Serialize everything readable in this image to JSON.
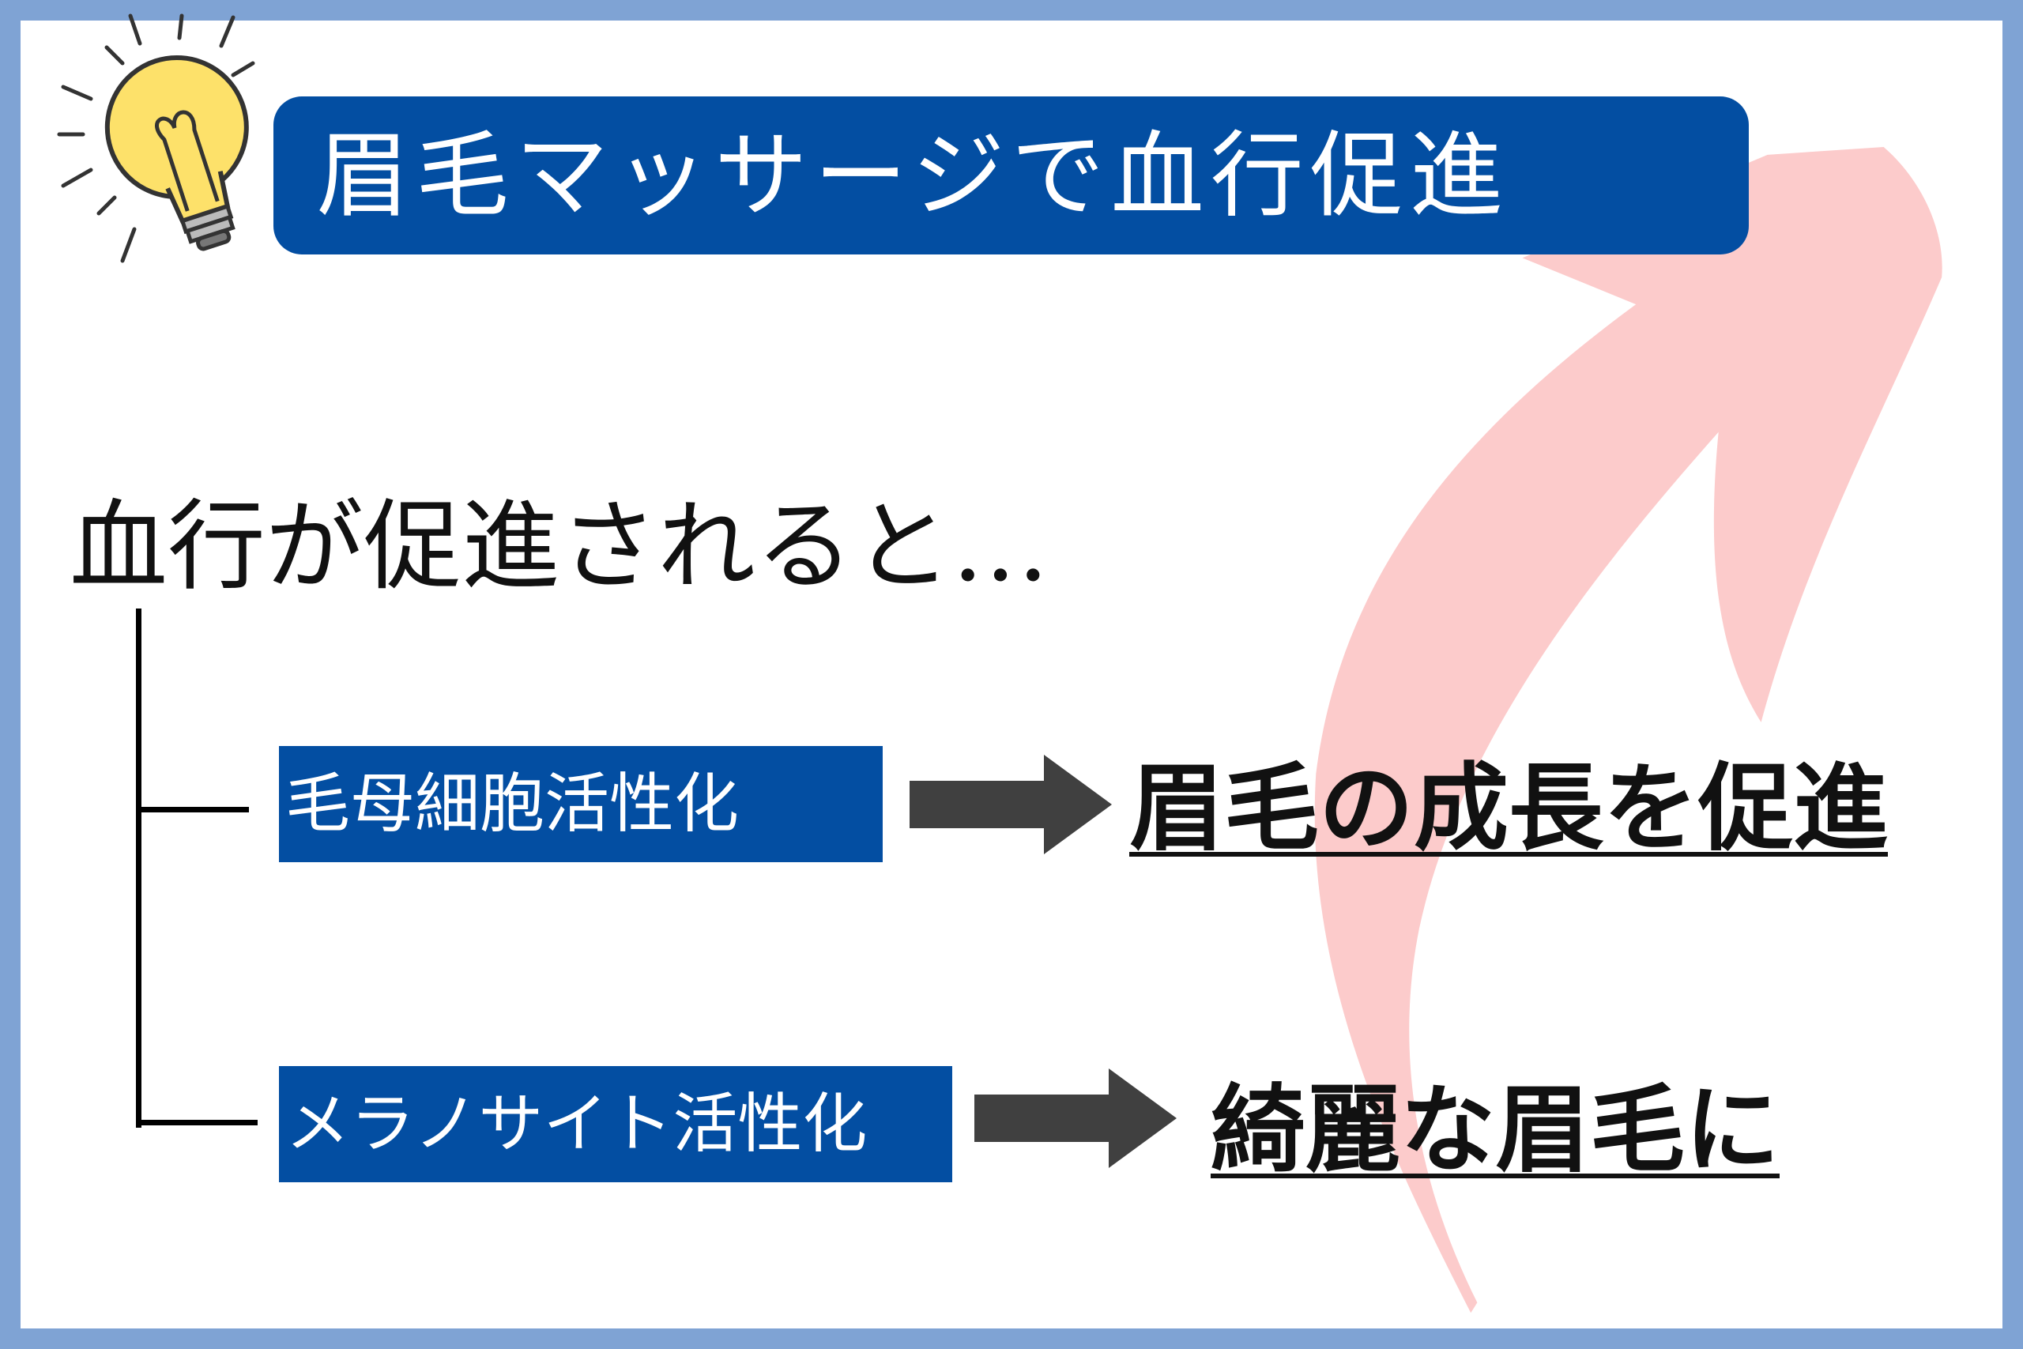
{
  "title": "眉毛マッサージで血行促進",
  "lead": "血行が促進されると…",
  "branches": [
    {
      "cause": "毛母細胞活性化",
      "effect": "眉毛の成長を促進"
    },
    {
      "cause": "メラノサイト活性化",
      "effect": "綺麗な眉毛に"
    }
  ],
  "colors": {
    "border": "#7fa3d4",
    "accent": "#034ea2",
    "arrow_bg": "#fccbcb",
    "arrow_dark": "#404040"
  },
  "icons": {
    "title_icon": "lightbulb-icon"
  }
}
